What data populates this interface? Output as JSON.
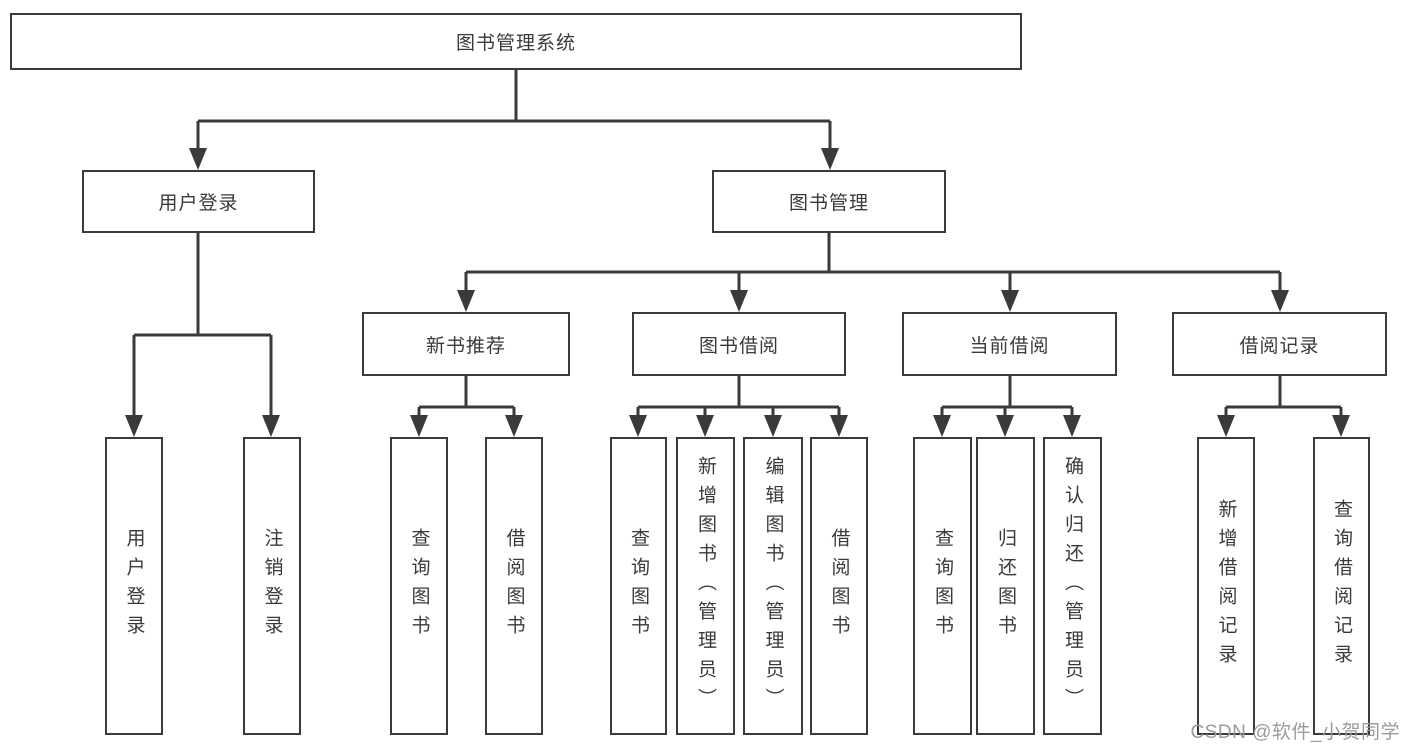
{
  "nodes": {
    "root": {
      "label": "图书管理系统"
    },
    "level2": [
      {
        "label": "用户登录"
      },
      {
        "label": "图书管理"
      }
    ],
    "level3": [
      {
        "label": "新书推荐"
      },
      {
        "label": "图书借阅"
      },
      {
        "label": "当前借阅"
      },
      {
        "label": "借阅记录"
      }
    ],
    "leaves": [
      {
        "label": "用户登录"
      },
      {
        "label": "注销登录"
      },
      {
        "label": "查询图书"
      },
      {
        "label": "借阅图书"
      },
      {
        "label": "查询图书"
      },
      {
        "label": "新增图书（管理员）"
      },
      {
        "label": "编辑图书（管理员）"
      },
      {
        "label": "借阅图书"
      },
      {
        "label": "查询图书"
      },
      {
        "label": "归还图书"
      },
      {
        "label": "确认归还（管理员）"
      },
      {
        "label": "新增借阅记录"
      },
      {
        "label": "查询借阅记录"
      }
    ]
  },
  "watermark": {
    "text": "CSDN @软件_小贺同学"
  },
  "colors": {
    "line": "#3a3a3a",
    "text": "#3a3a3a",
    "watermark": "#9b9b9b",
    "background": "#ffffff"
  }
}
